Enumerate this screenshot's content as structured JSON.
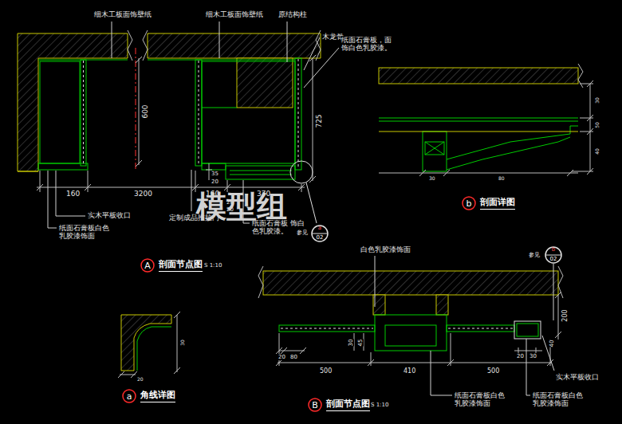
{
  "diagram": {
    "nodes": [
      {
        "text": [
          "b",
          "剖面详图"
        ]
      },
      {
        "text": [
          "a",
          "02"
        ]
      },
      {
        "text": [
          "b",
          "02"
        ]
      },
      {
        "text": [
          "A",
          "剖面节点图"
        ]
      },
      {
        "text": [
          "a",
          "角线详图"
        ]
      },
      {
        "text": [
          "B",
          "剖面节点图"
        ]
      }
    ],
    "labels": [
      "细木工板面饰壁纸",
      "细木工板面饰壁纸",
      "原结构柱",
      "木龙骨",
      "纸面石膏板，面 饰白色乳胶漆。",
      "600",
      "725",
      "160",
      "3200",
      "160",
      "370",
      "35",
      "20",
      "20",
      "20",
      "实木平板收口",
      "定制成品推拉门",
      "纸面石膏板白色 乳胶漆饰面",
      "纸面石膏板 饰白色乳胶漆。",
      "参见",
      "S 1:10",
      "30",
      "50",
      "40",
      "30",
      "80",
      "白色乳胶漆饰面",
      "参见",
      "200",
      "40",
      "20",
      "80",
      "30",
      "45",
      "500",
      "410",
      "500",
      "20",
      "30",
      "实木平板收口",
      "纸面石膏板白色 乳胶漆饰面",
      "纸面石膏板白色 乳胶漆饰面",
      "S 1:10",
      "20",
      "30",
      "模型组"
    ]
  }
}
